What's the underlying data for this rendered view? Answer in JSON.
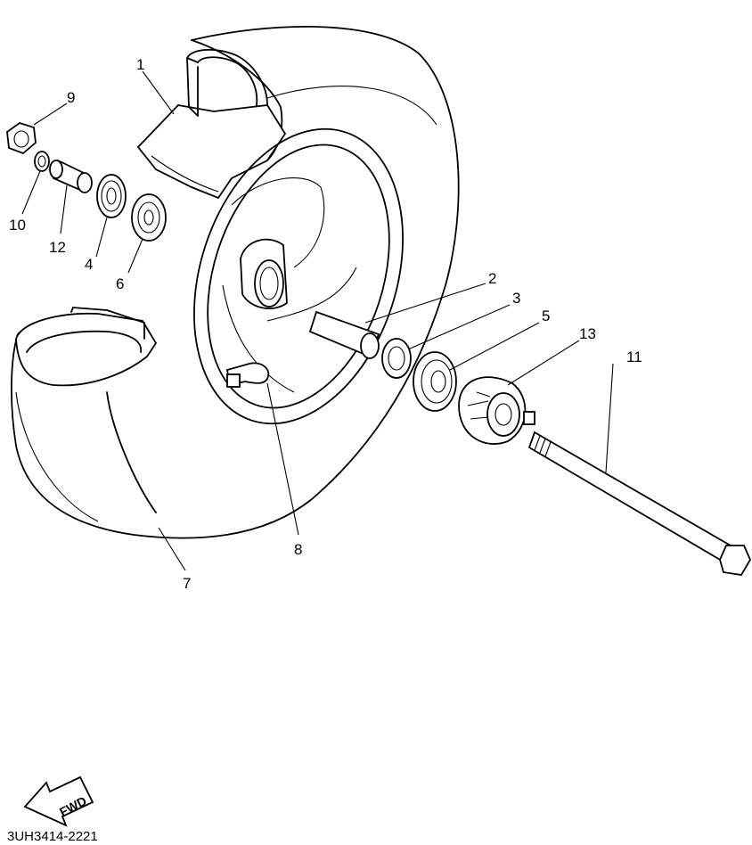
{
  "diagram": {
    "code": "3UH3414-2221",
    "fwd_label": "FWD",
    "callouts": [
      {
        "id": "1",
        "part": "tire-icon"
      },
      {
        "id": "2",
        "part": "spacer-icon"
      },
      {
        "id": "3",
        "part": "oil-seal-icon"
      },
      {
        "id": "4",
        "part": "bearing-icon"
      },
      {
        "id": "5",
        "part": "bearing-icon"
      },
      {
        "id": "6",
        "part": "oil-seal-icon"
      },
      {
        "id": "7",
        "part": "wheel-icon"
      },
      {
        "id": "8",
        "part": "valve-icon"
      },
      {
        "id": "9",
        "part": "nut-icon"
      },
      {
        "id": "10",
        "part": "washer-icon"
      },
      {
        "id": "11",
        "part": "axle-icon"
      },
      {
        "id": "12",
        "part": "collar-icon"
      },
      {
        "id": "13",
        "part": "gear-unit-icon"
      }
    ]
  }
}
